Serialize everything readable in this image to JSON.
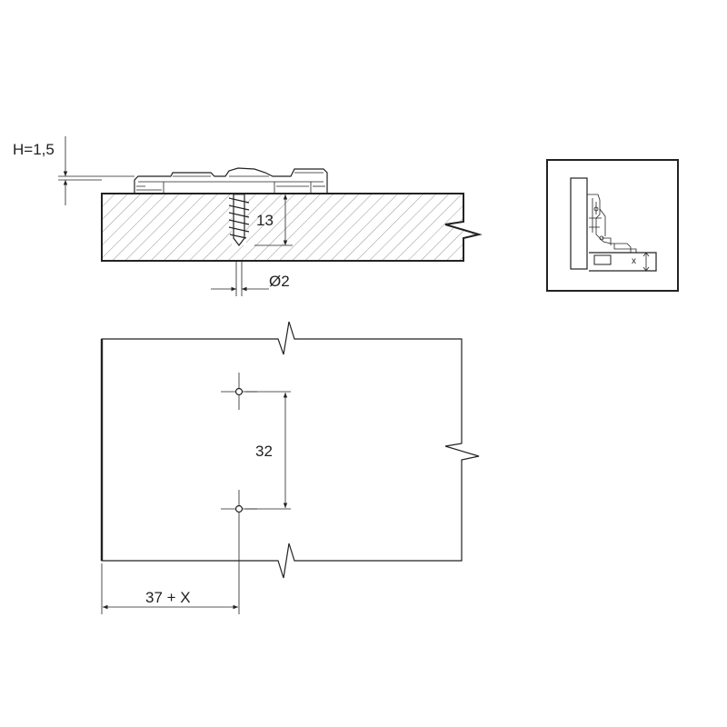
{
  "diagram": {
    "dimensions": {
      "height_label": "H=1,5",
      "screw_depth_label": "13",
      "screw_diameter_label": "Ø2",
      "hole_spacing_label": "32",
      "edge_offset_label": "37 + X",
      "inset_x_label": "x"
    },
    "colors": {
      "line": "#222222",
      "hatch": "#555555",
      "background": "#ffffff"
    }
  }
}
